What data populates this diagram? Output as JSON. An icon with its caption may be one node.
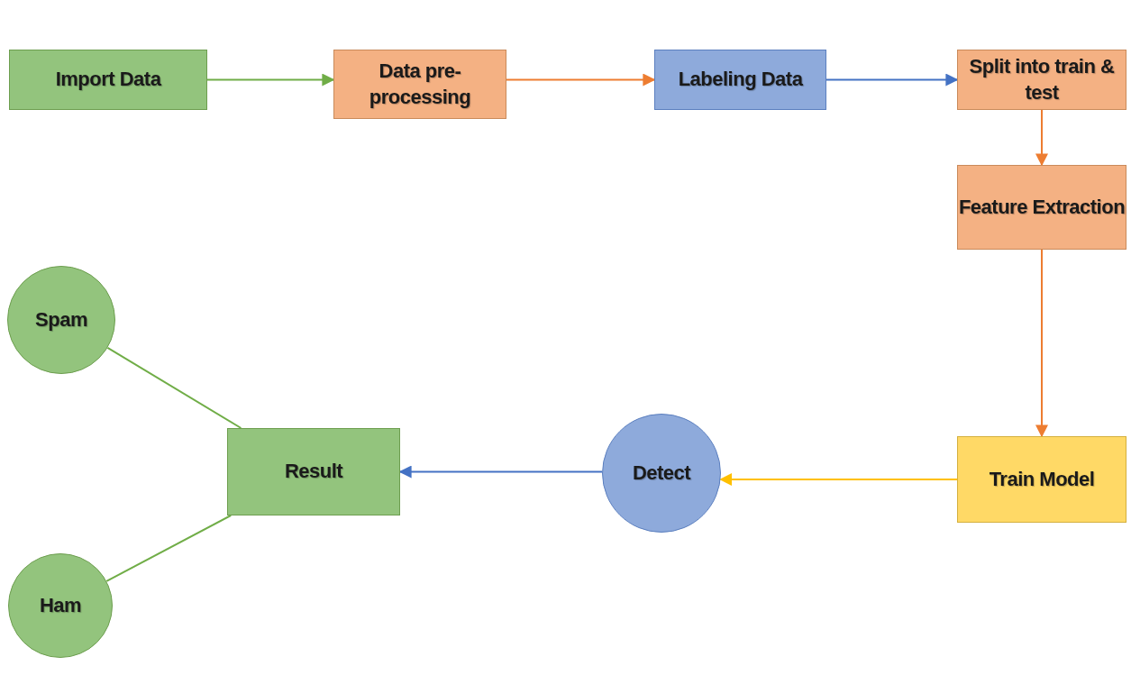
{
  "diagram": {
    "nodes": [
      {
        "text": [
          "Import Data"
        ]
      },
      {
        "text": [
          "Data pre-processing"
        ]
      },
      {
        "text": [
          "Labeling Data"
        ]
      },
      {
        "text": [
          "Split into train & test"
        ]
      },
      {
        "text": [
          "Feature Extraction"
        ]
      },
      {
        "text": [
          "Train Model"
        ]
      },
      {
        "text": [
          "Detect"
        ]
      },
      {
        "text": [
          "Result"
        ]
      },
      {
        "text": [
          "Spam"
        ]
      },
      {
        "text": [
          "Ham"
        ]
      }
    ],
    "edges": [
      {
        "from": 0,
        "to": 1,
        "arrow": "to",
        "color": "#70ad47"
      },
      {
        "from": 1,
        "to": 2,
        "arrow": "to",
        "color": "#ed7d31"
      },
      {
        "from": 2,
        "to": 3,
        "arrow": "to",
        "color": "#4472c4"
      },
      {
        "from": 3,
        "to": 4,
        "arrow": "to",
        "color": "#ed7d31"
      },
      {
        "from": 4,
        "to": 5,
        "arrow": "to",
        "color": "#ed7d31"
      },
      {
        "from": 5,
        "to": 6,
        "arrow": "to",
        "color": "#ffc000"
      },
      {
        "from": 6,
        "to": 7,
        "arrow": "to",
        "color": "#4472c4"
      },
      {
        "from": 7,
        "to": 8,
        "arrow": "none",
        "color": "#70ad47"
      },
      {
        "from": 7,
        "to": 9,
        "arrow": "none",
        "color": "#70ad47"
      }
    ]
  }
}
